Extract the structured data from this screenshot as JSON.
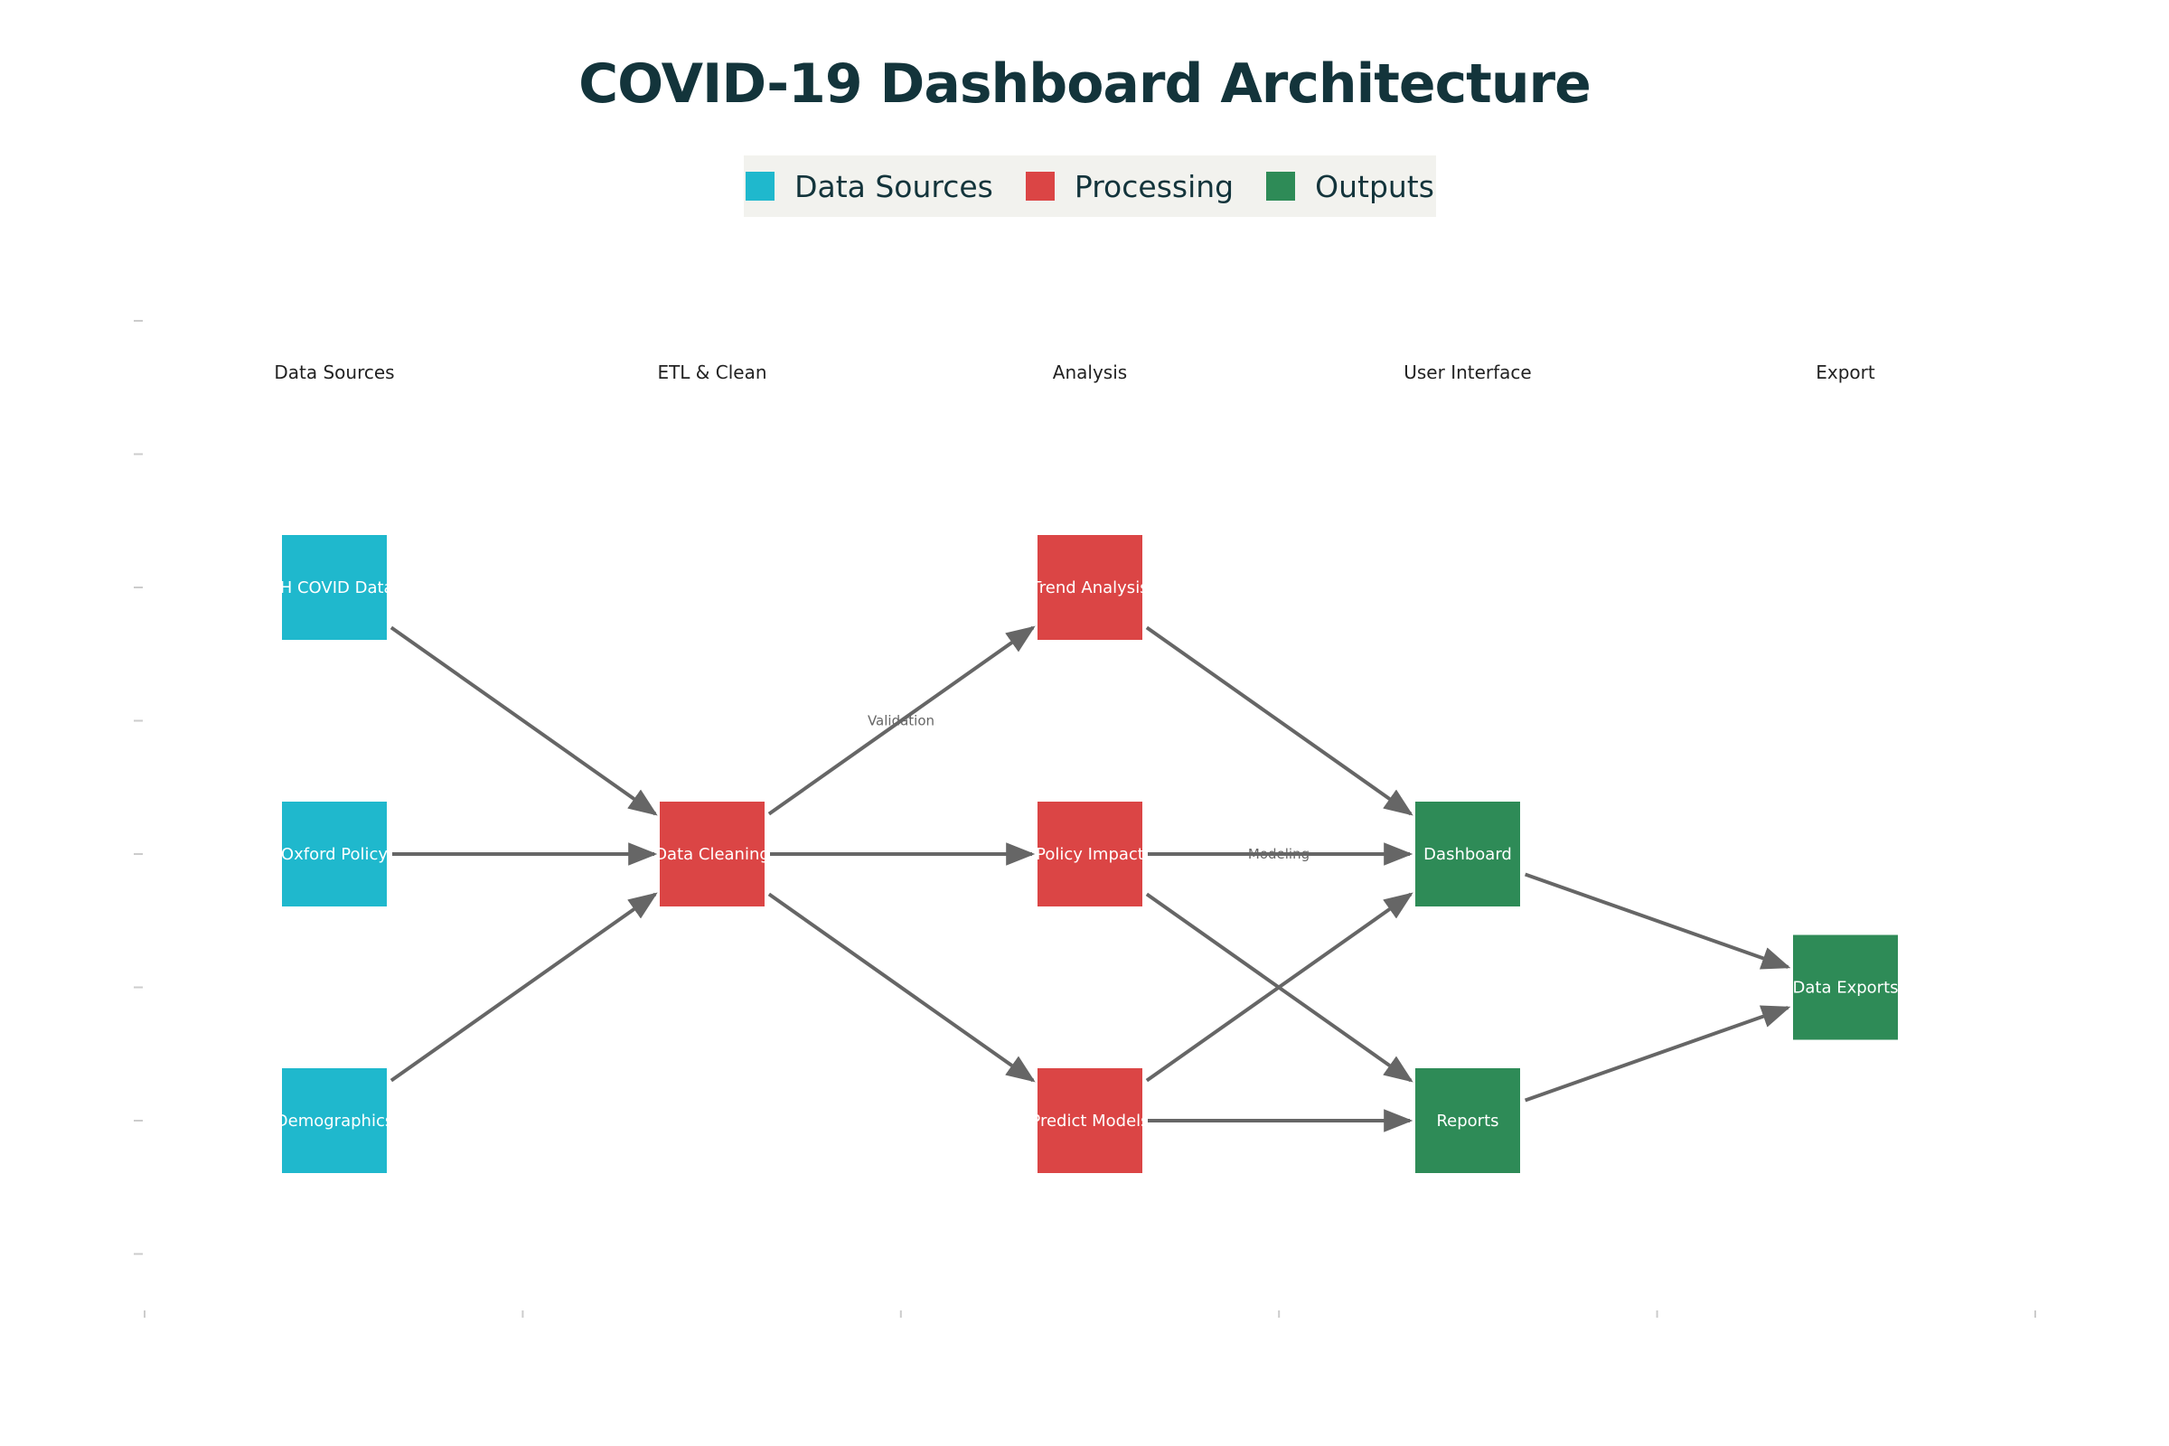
{
  "title": "COVID-19 Dashboard Architecture",
  "legend": [
    {
      "label": "Data Sources",
      "color": "#1fb8cd"
    },
    {
      "label": "Processing",
      "color": "#db4545"
    },
    {
      "label": "Outputs",
      "color": "#2e8b57"
    }
  ],
  "columns": [
    "Data Sources",
    "ETL & Clean",
    "Analysis",
    "User Interface",
    "Export"
  ],
  "nodes": [
    {
      "id": "jh",
      "label": "JH COVID Data",
      "group": "source",
      "col": 0,
      "row": 0
    },
    {
      "id": "oxford",
      "label": "Oxford Policy",
      "group": "source",
      "col": 0,
      "row": 1
    },
    {
      "id": "demo",
      "label": "Demographics",
      "group": "source",
      "col": 0,
      "row": 2
    },
    {
      "id": "clean",
      "label": "Data Cleaning",
      "group": "processing",
      "col": 1,
      "row": 1
    },
    {
      "id": "trend",
      "label": "Trend Analysis",
      "group": "processing",
      "col": 2,
      "row": 0
    },
    {
      "id": "policy",
      "label": "Policy Impact",
      "group": "processing",
      "col": 2,
      "row": 1
    },
    {
      "id": "predict",
      "label": "Predict Models",
      "group": "processing",
      "col": 2,
      "row": 2
    },
    {
      "id": "dashboard",
      "label": "Dashboard",
      "group": "output",
      "col": 3,
      "row": 1
    },
    {
      "id": "reports",
      "label": "Reports",
      "group": "output",
      "col": 3,
      "row": 2
    },
    {
      "id": "exports",
      "label": "Data Exports",
      "group": "output",
      "col": 4,
      "row": 1.5
    }
  ],
  "edges": [
    {
      "from": "jh",
      "to": "clean"
    },
    {
      "from": "oxford",
      "to": "clean"
    },
    {
      "from": "demo",
      "to": "clean"
    },
    {
      "from": "clean",
      "to": "trend"
    },
    {
      "from": "clean",
      "to": "policy"
    },
    {
      "from": "clean",
      "to": "predict"
    },
    {
      "from": "trend",
      "to": "dashboard"
    },
    {
      "from": "policy",
      "to": "dashboard"
    },
    {
      "from": "policy",
      "to": "reports"
    },
    {
      "from": "predict",
      "to": "dashboard"
    },
    {
      "from": "predict",
      "to": "reports"
    },
    {
      "from": "dashboard",
      "to": "exports"
    },
    {
      "from": "reports",
      "to": "exports"
    }
  ],
  "edge_labels": [
    {
      "text": "Validation",
      "between": [
        "clean",
        "trend"
      ]
    },
    {
      "text": "Modeling",
      "between": [
        "policy",
        "dashboard"
      ]
    }
  ],
  "colors": {
    "source": "#1fb8cd",
    "processing": "#db4545",
    "output": "#2e8b57",
    "arrow": "#666666"
  }
}
